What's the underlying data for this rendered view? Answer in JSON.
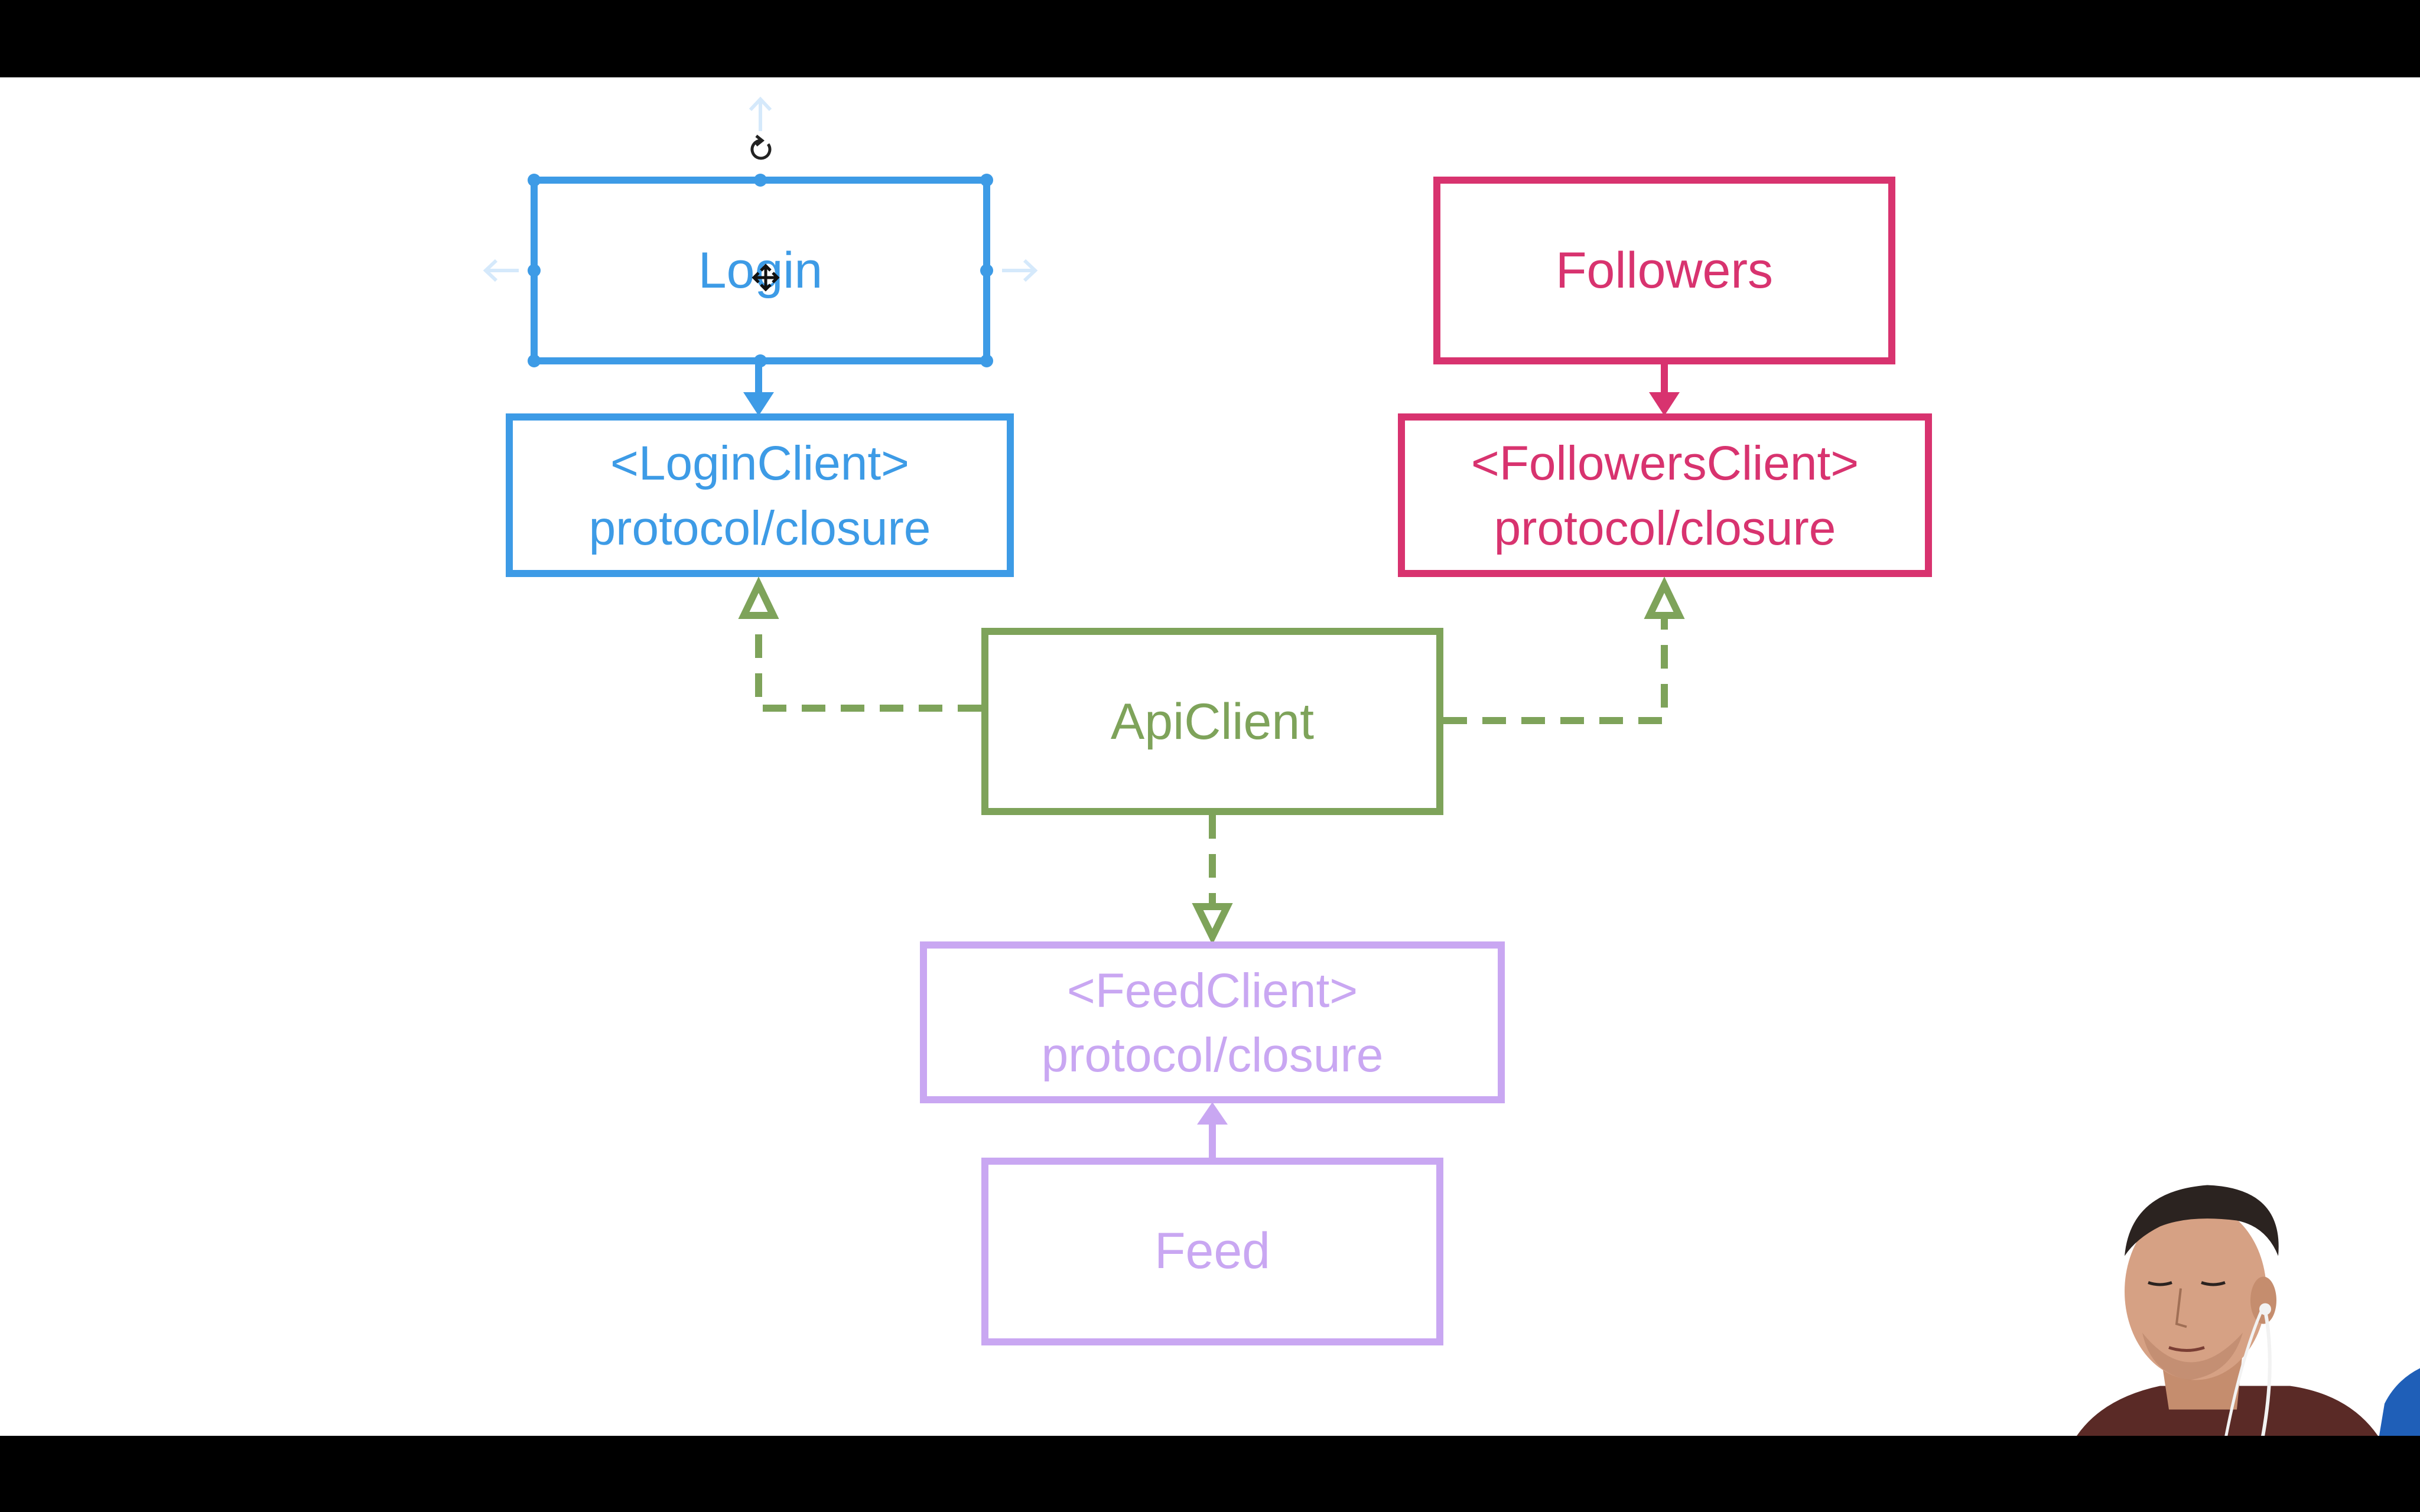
{
  "colors": {
    "login": "#3d9be6",
    "followers": "#d8336f",
    "api": "#7ea35a",
    "feed": "#c9a7f2",
    "selection_handle": "#3d9be6"
  },
  "diagram": {
    "login_box": {
      "label": "Login"
    },
    "login_client_box": {
      "line1": "<LoginClient>",
      "line2": "protocol/closure"
    },
    "followers_box": {
      "label": "Followers"
    },
    "followers_client_box": {
      "line1": "<FollowersClient>",
      "line2": "protocol/closure"
    },
    "api_client_box": {
      "label": "ApiClient"
    },
    "feed_client_box": {
      "line1": "<FeedClient>",
      "line2": "protocol/closure"
    },
    "feed_box": {
      "label": "Feed"
    }
  },
  "selection": {
    "selected_item": "Login",
    "icons": [
      "rotate-handle-icon",
      "move-cursor-icon",
      "resize-arrow-icon"
    ]
  },
  "presenter": {
    "description_icon": "webcam-overlay"
  }
}
